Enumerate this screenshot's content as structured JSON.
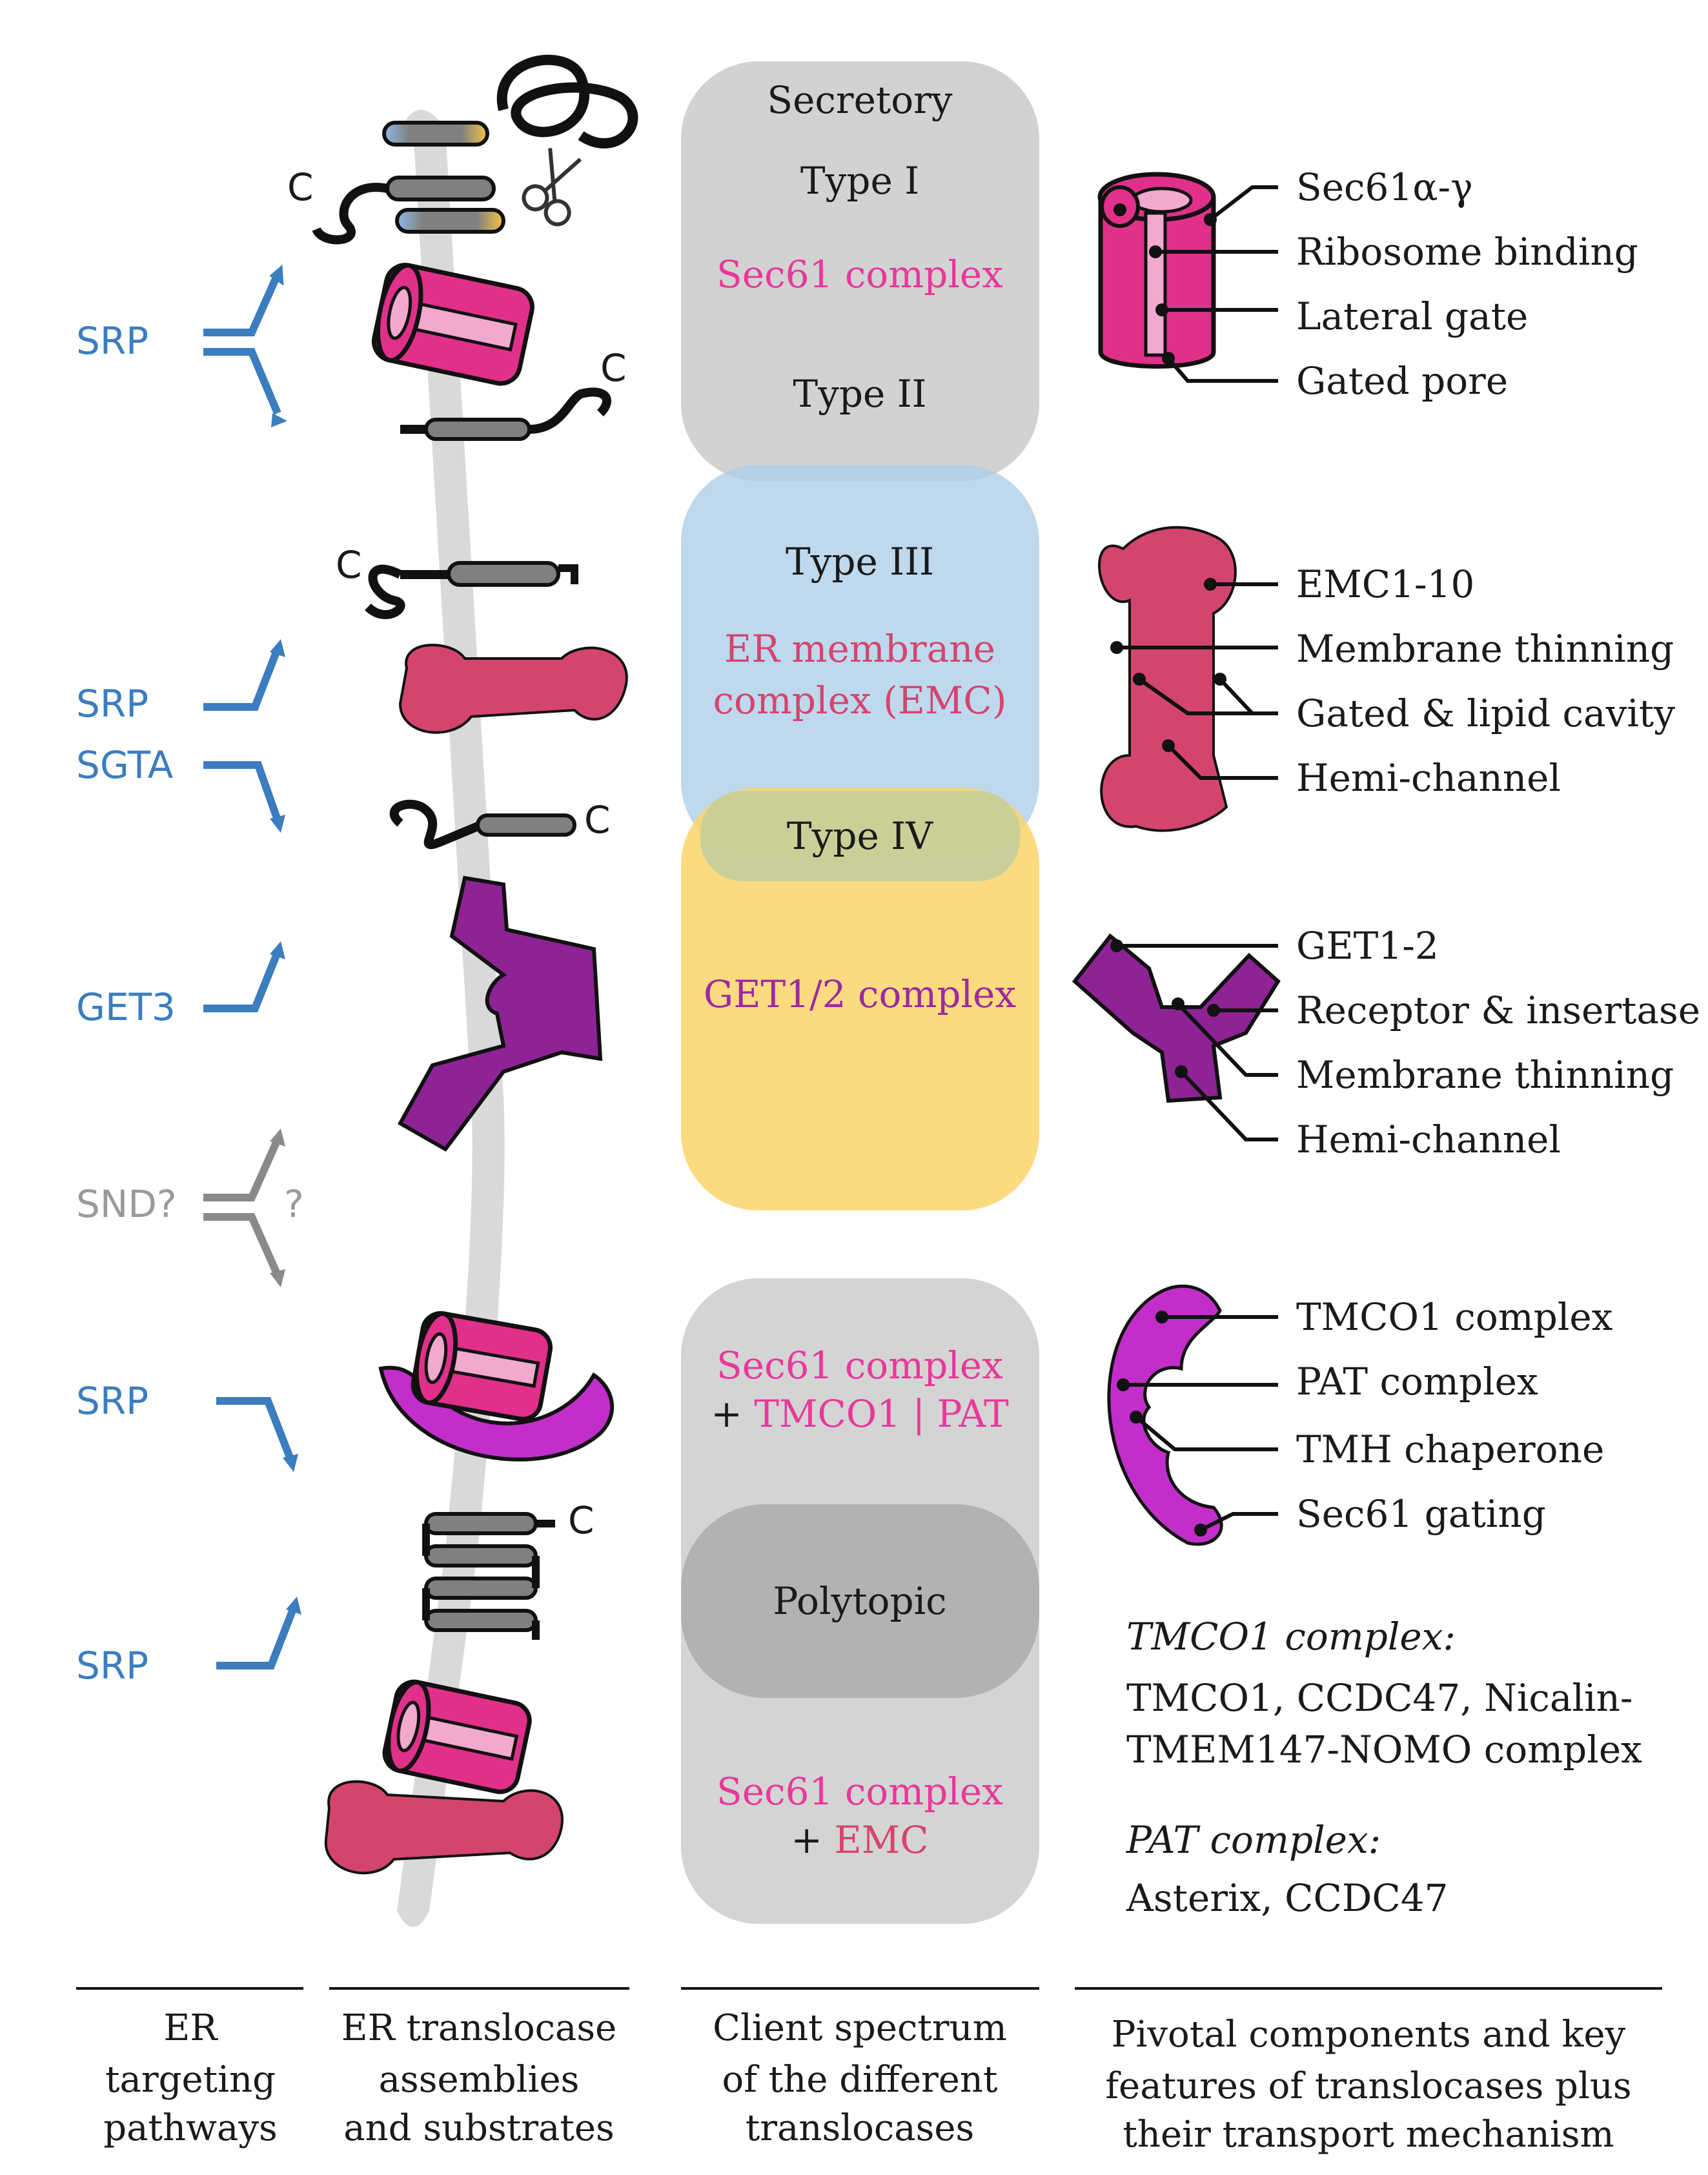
{
  "pathways": [
    {
      "label": "SRP"
    },
    {
      "label": "SRP"
    },
    {
      "label": "SGTA"
    },
    {
      "label": "GET3"
    },
    {
      "label": "SND?",
      "suffix": "?"
    },
    {
      "label": "SRP"
    },
    {
      "label": "SRP"
    }
  ],
  "terminus": "C",
  "spectrum": {
    "secretory": "Secretory",
    "type1": "Type I",
    "sec61": "Sec61 complex",
    "type2": "Type II",
    "type3": "Type III",
    "emc_line1": "ER membrane",
    "emc_line2": "complex (EMC)",
    "type4": "Type IV",
    "get": "GET1/2 complex",
    "sec61_b": "Sec61 complex",
    "plus": "+",
    "tmco1": "TMCO1",
    "bar": "|",
    "pat": "PAT",
    "polytopic": "Polytopic",
    "sec61_c": "Sec61 complex",
    "emc_short": "EMC"
  },
  "features": {
    "sec61": [
      "Sec61α-γ",
      "Ribosome binding",
      "Lateral gate",
      "Gated pore"
    ],
    "emc": [
      "EMC1-10",
      "Membrane thinning",
      "Gated & lipid cavity",
      "Hemi-channel"
    ],
    "get": [
      "GET1-2",
      "Receptor & insertase",
      "Membrane thinning",
      "Hemi-channel"
    ],
    "tmco": [
      "TMCO1 complex",
      "PAT complex",
      "TMH chaperone",
      "Sec61 gating"
    ]
  },
  "notes": {
    "tmco1_title": "TMCO1 complex:",
    "tmco1_line1": "TMCO1, CCDC47, Nicalin-",
    "tmco1_line2": "TMEM147-NOMO complex",
    "pat_title": "PAT complex:",
    "pat_line1": "Asterix, CCDC47"
  },
  "footer": {
    "col1": [
      "ER",
      "targeting",
      "pathways"
    ],
    "col2": [
      "ER translocase",
      "assemblies",
      "and substrates"
    ],
    "col3": [
      "Client spectrum",
      "of the different",
      "translocases"
    ],
    "col4": [
      "Pivotal components and key",
      "features of translocases plus",
      "their transport mechanism"
    ]
  },
  "colors": {
    "sec61": "#e0308a",
    "sec61_light": "#f2a9cf",
    "emc": "#d4456e",
    "get": "#8e2396",
    "tmco": "#c22ec9",
    "pathway": "#3b7dbf",
    "membrane": "#d9d9d9"
  }
}
